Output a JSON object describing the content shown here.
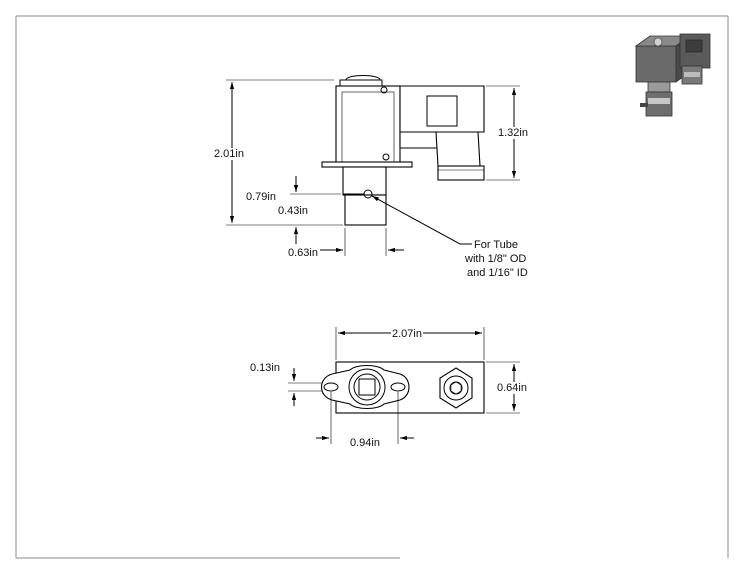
{
  "sheet": {
    "colors": {
      "line": "#000000",
      "border": "#888888",
      "shade": "#5a5a5a"
    }
  },
  "thumbnail": {
    "icon": "solenoid-valve-3d-icon"
  },
  "side_view": {
    "overall_height": "2.01in",
    "coil_height": "1.32in",
    "port_height": "0.79in",
    "port_offset": "0.43in",
    "port_width": "0.63in",
    "note_lines": [
      "For Tube",
      "with 1/8\" OD",
      "and 1/16\" ID"
    ]
  },
  "bottom_view": {
    "overall_length": "2.07in",
    "slot_width": "0.13in",
    "body_height": "0.64in",
    "hole_spacing": "0.94in"
  }
}
